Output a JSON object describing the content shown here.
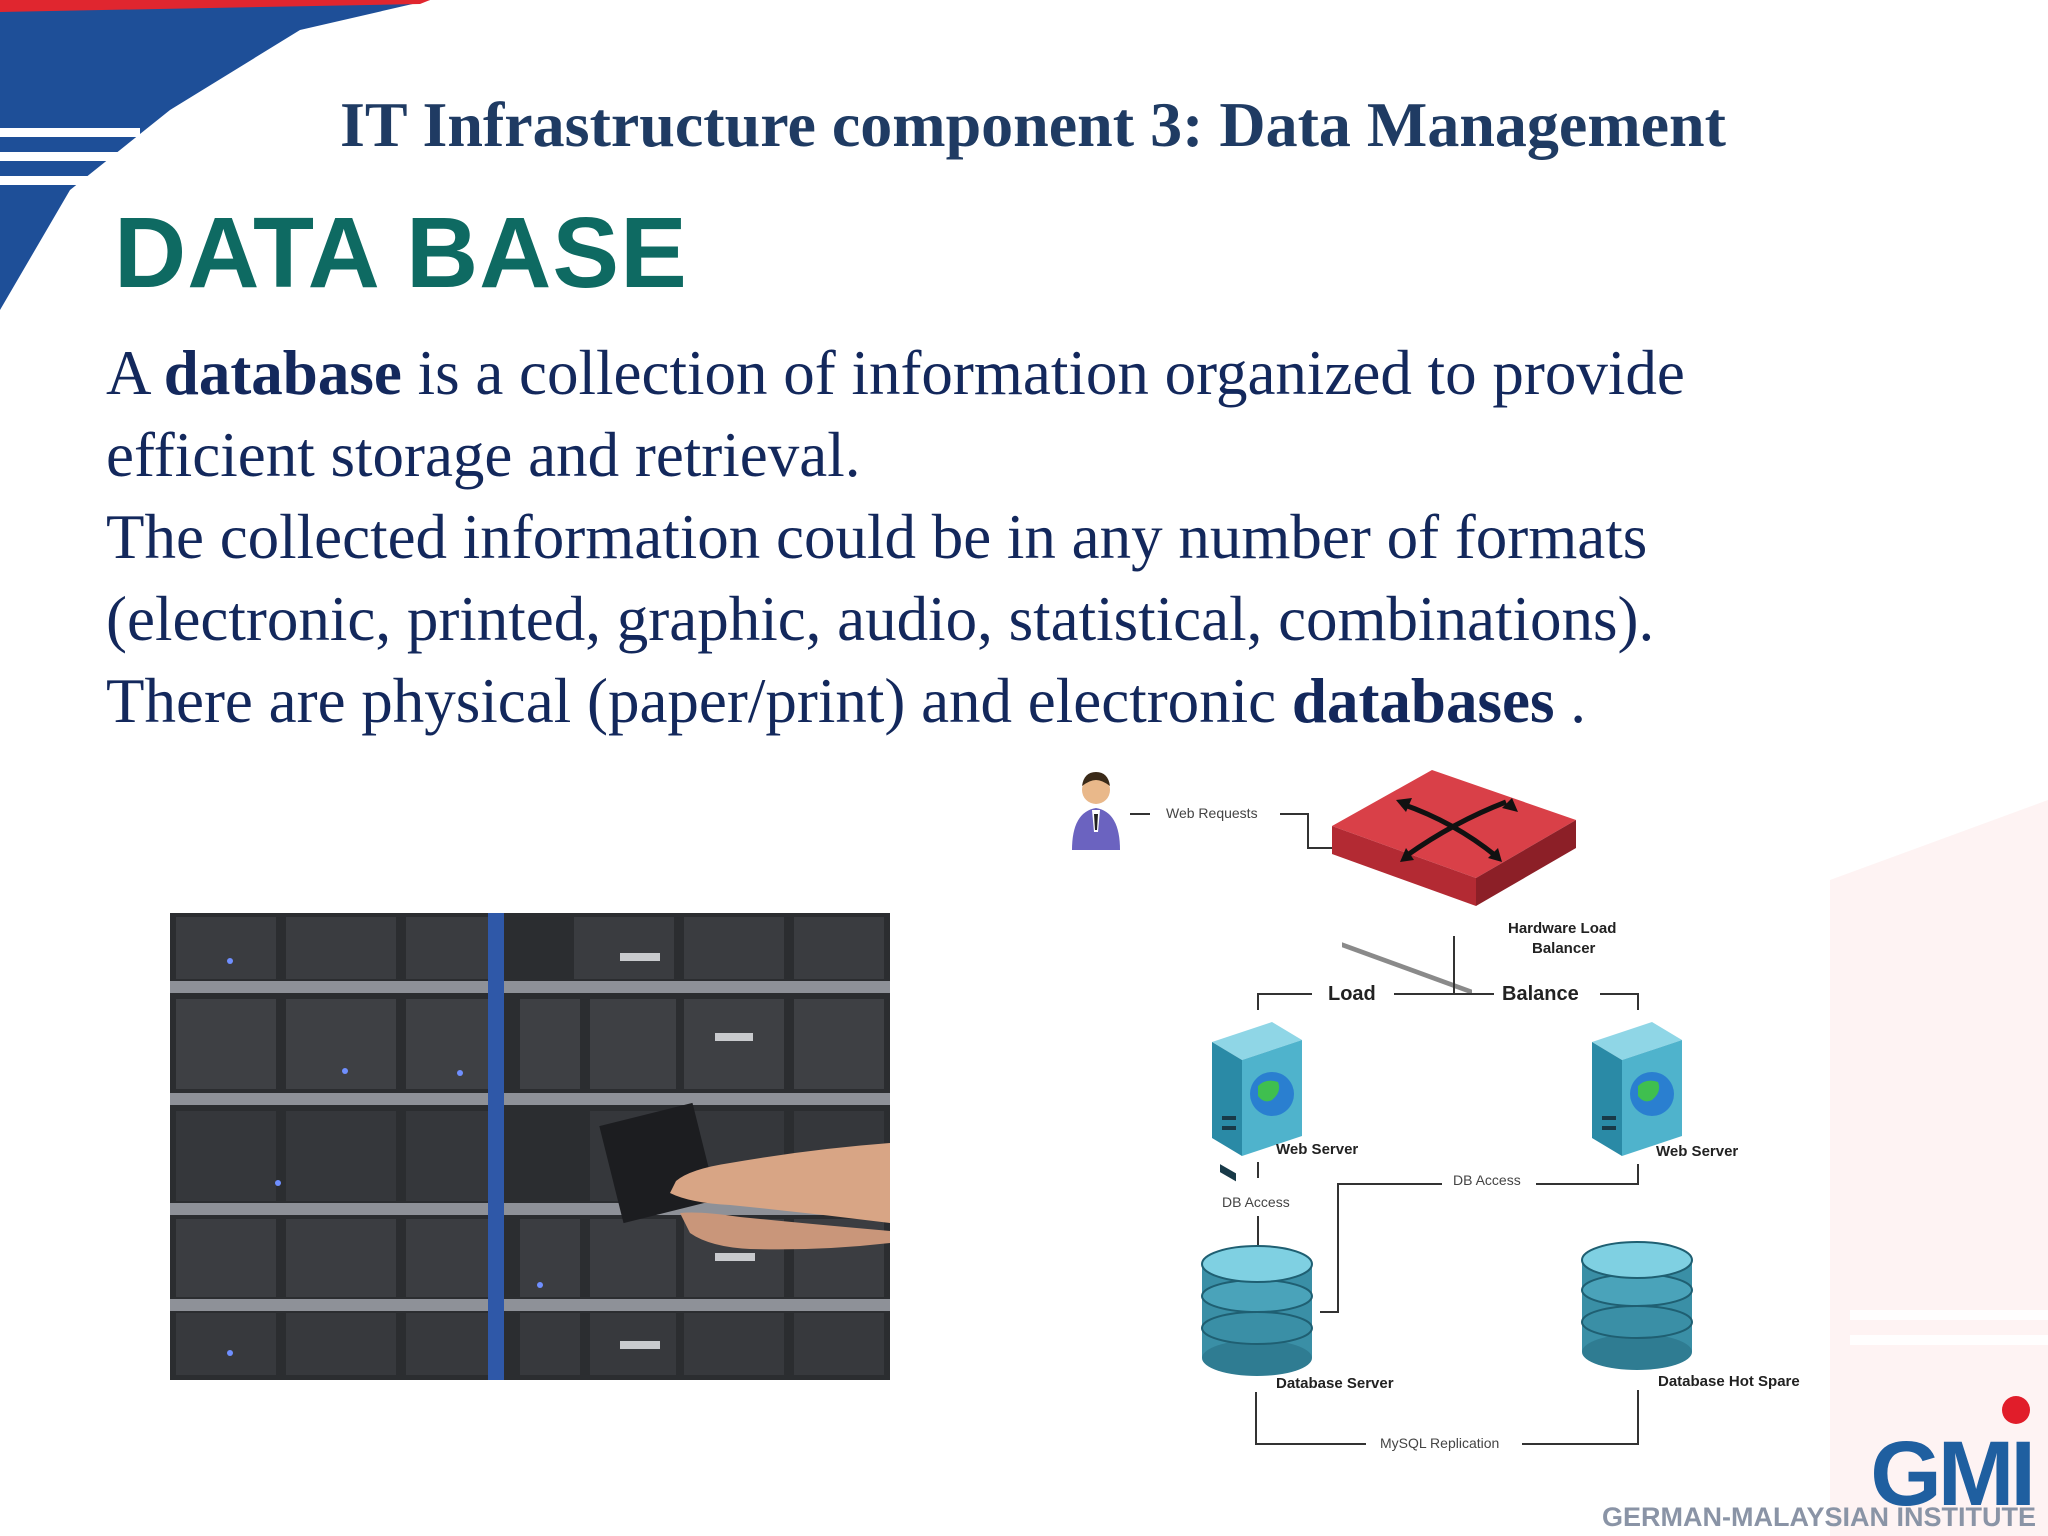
{
  "header": {
    "title": "IT Infrastructure component 3: Data Management"
  },
  "section_heading": "DATA BASE",
  "body": {
    "p1": {
      "t1": "A ",
      "b1": "database",
      "t2": " is a collection of information organized to provide"
    },
    "p2": "efficient storage and retrieval.",
    "p3": "The collected information could be in any number of formats",
    "p4": "(electronic, printed, graphic, audio, statistical, combinations).",
    "p5": {
      "t1": "There are physical (paper/print) and electronic ",
      "b1": "databases",
      "t2": " ."
    }
  },
  "diagram": {
    "web_requests": "Web Requests",
    "load_balancer_line1": "Hardware Load",
    "load_balancer_line2": "Balancer",
    "load": "Load",
    "balance": "Balance",
    "web_server_left": "Web Server",
    "web_server_right": "Web Server",
    "db_access_left": "DB Access",
    "db_access_right": "DB Access",
    "database_server": "Database Server",
    "database_hot_spare": "Database Hot Spare",
    "mysql_replication": "MySQL Replication"
  },
  "logo": {
    "mark": "GMI",
    "text": "GERMAN-MALAYSIAN INSTITUTE"
  },
  "colors": {
    "title": "#1f3b63",
    "heading": "#0e6a62",
    "body": "#13285c",
    "brand_blue": "#1f5fa0",
    "brand_red": "#e11d2a"
  }
}
